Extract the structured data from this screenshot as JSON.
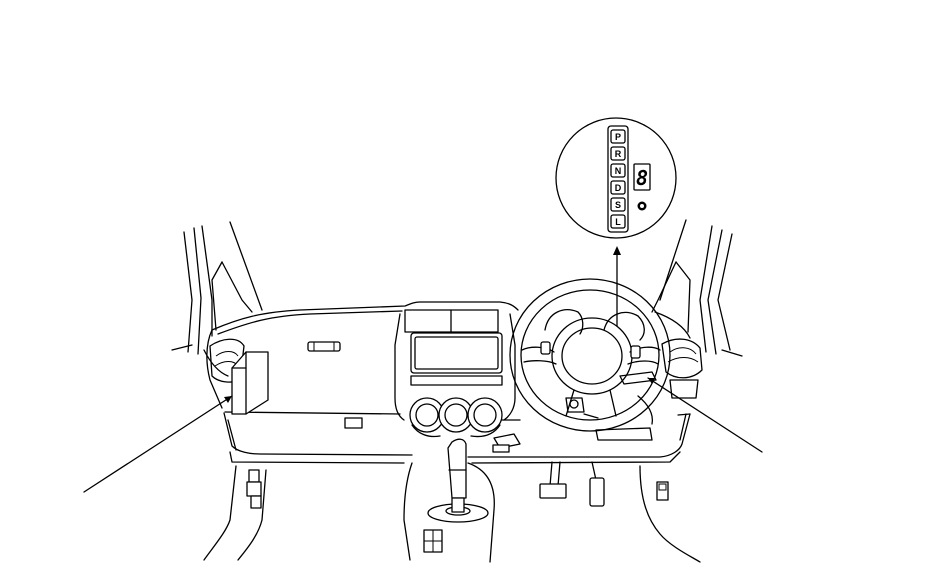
{
  "diagram": {
    "gear_indicator": {
      "letters": [
        "P",
        "R",
        "N",
        "D",
        "S",
        "L"
      ],
      "segment_display": "8"
    },
    "icons": [
      "dashboard-overview",
      "magnified-gear-indicator",
      "steering-wheel",
      "shift-lever",
      "leader-line"
    ],
    "colors": {
      "line": "#000000",
      "background": "#ffffff"
    }
  }
}
